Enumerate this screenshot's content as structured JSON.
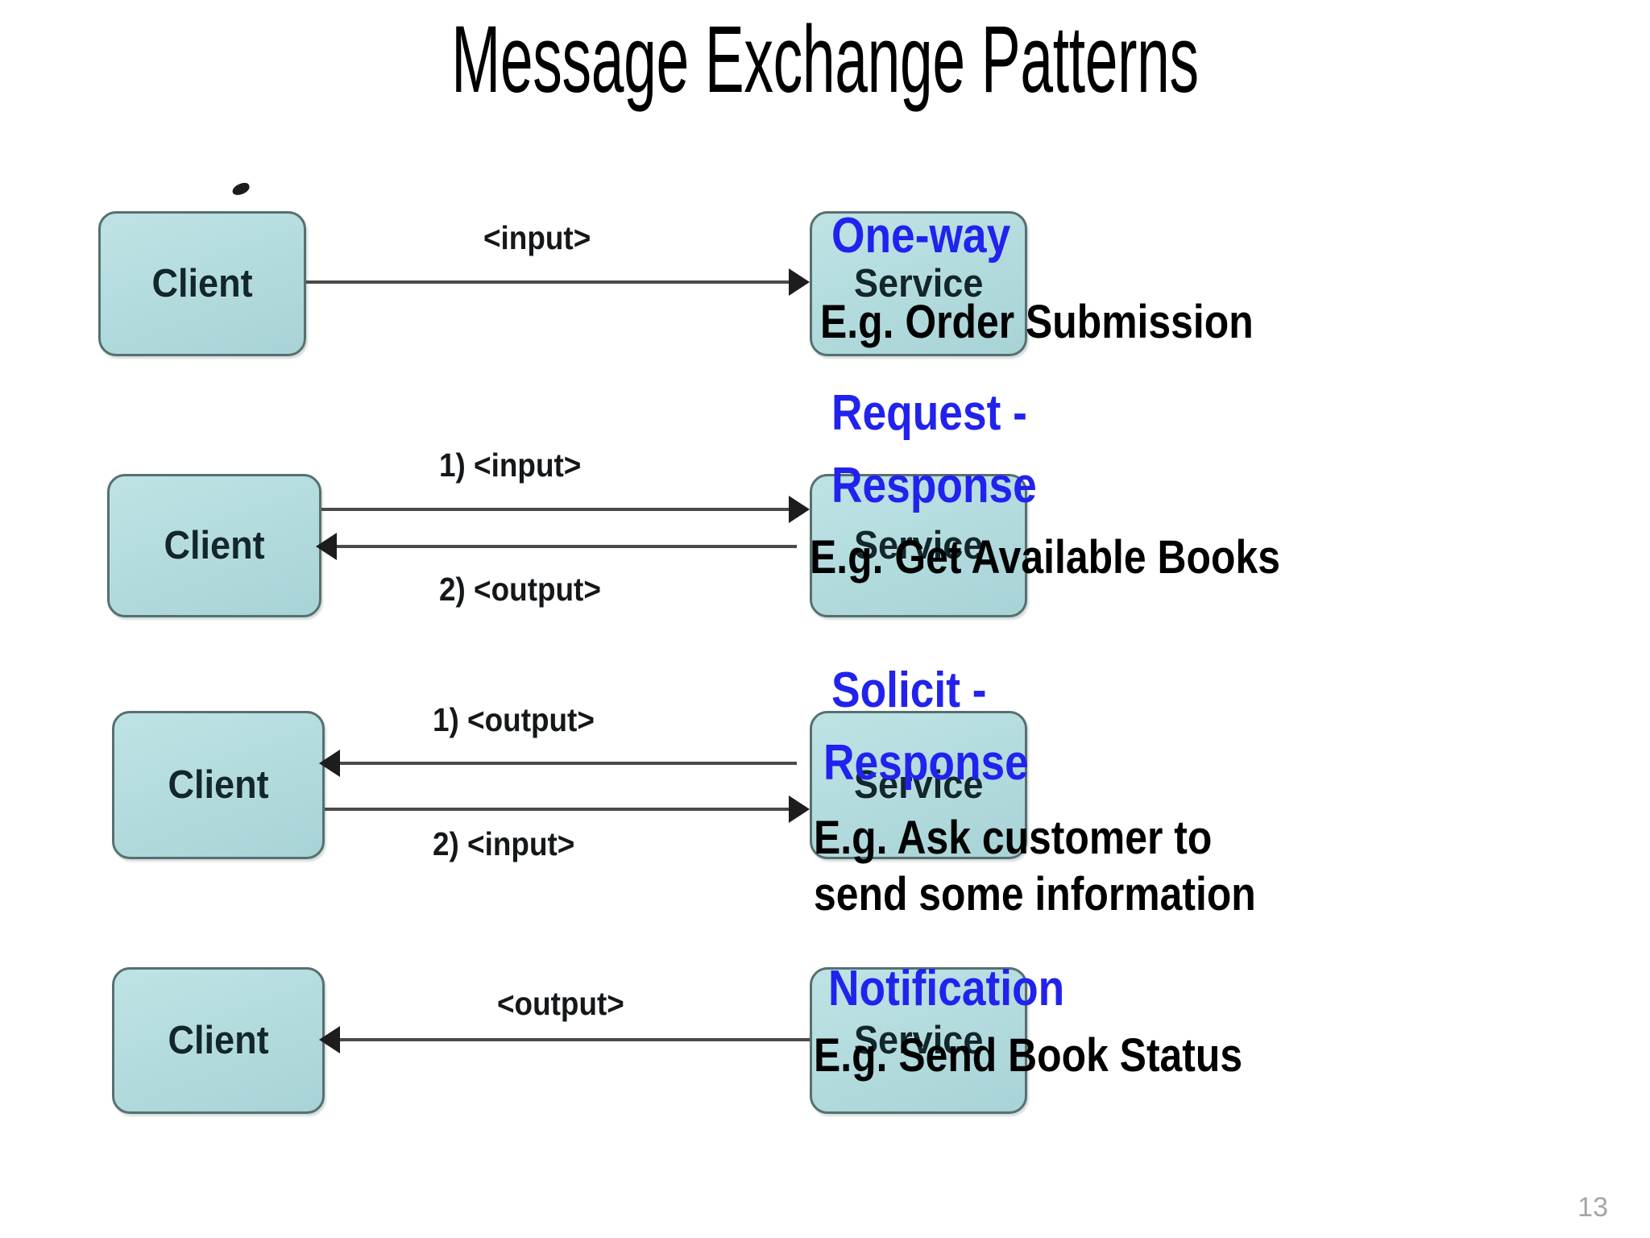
{
  "slide": {
    "title": "Message Exchange Patterns",
    "number": "13",
    "accent_blue": "#2222EE",
    "node_fill": "#B4DCDF",
    "node_border": "#56706F",
    "text_black": "#000000"
  },
  "diagram": {
    "client_label": "Client",
    "service_label": "Service",
    "rows": [
      {
        "pattern": "one-way",
        "client": "Client",
        "service": "Service",
        "edges": [
          {
            "label": "<input>",
            "direction": "right"
          }
        ]
      },
      {
        "pattern": "request-response",
        "client": "Client",
        "service": "Service",
        "edges": [
          {
            "label": "1) <input>",
            "direction": "right"
          },
          {
            "label": "2) <output>",
            "direction": "left"
          }
        ]
      },
      {
        "pattern": "solicit-response",
        "client": "Client",
        "service": "Service",
        "edges": [
          {
            "label": "1) <output>",
            "direction": "left"
          },
          {
            "label": "2) <input>",
            "direction": "right"
          }
        ]
      },
      {
        "pattern": "notification",
        "client": "Client",
        "service": "Service",
        "edges": [
          {
            "label": "<output>",
            "direction": "left"
          }
        ]
      }
    ]
  },
  "annotations": [
    {
      "name": "one-way",
      "title_line1": "One-way",
      "title_line2": "",
      "example_line1": "E.g. Order Submission",
      "example_line2": ""
    },
    {
      "name": "request-response",
      "title_line1": "Request -",
      "title_line2": "Response",
      "example_line1": "E.g. Get Available Books",
      "example_line2": ""
    },
    {
      "name": "solicit-response",
      "title_line1": "Solicit -",
      "title_line2": "Response",
      "example_line1": "E.g. Ask customer to",
      "example_line2": "send some information"
    },
    {
      "name": "notification",
      "title_line1": "Notification",
      "title_line2": "",
      "example_line1": "E.g. Send Book Status",
      "example_line2": ""
    }
  ]
}
